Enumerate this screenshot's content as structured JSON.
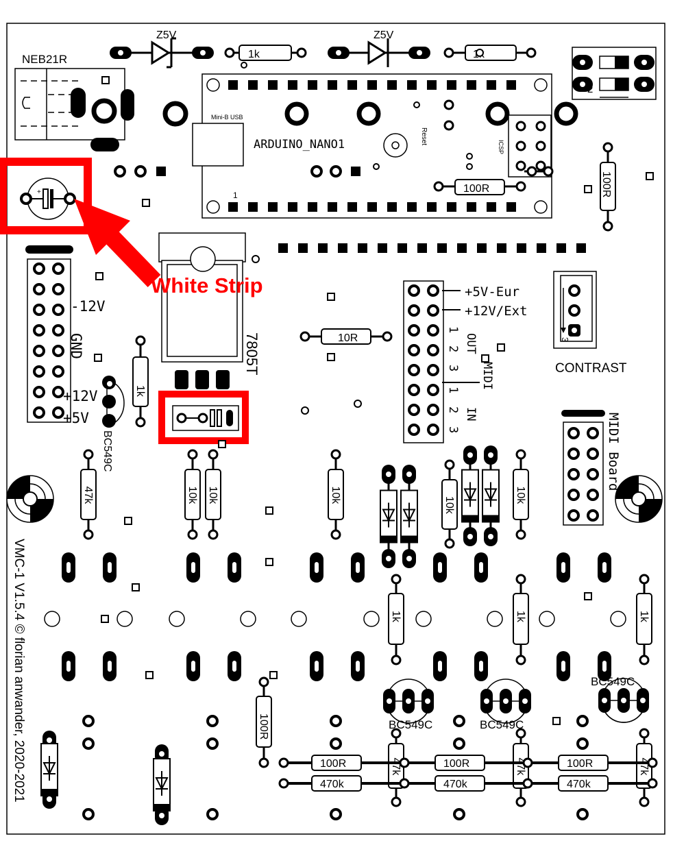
{
  "board": {
    "credit": "VMC-1 V1.5.4 © florian anwander, 2020-2021",
    "dc_jack": "NEB21R",
    "arduino": "ARDUINO_NANO1",
    "usb": "Mini-B USB",
    "reset": "Reset",
    "icsp": "ICSP",
    "pin1": "1",
    "regulator": "7805T",
    "contrast": "CONTRAST",
    "contrast_pin": "3",
    "midi_board": "MIDI Board"
  },
  "zeners": [
    "Z5V",
    "Z5V"
  ],
  "power_labels": {
    "minus12": "-12V",
    "gnd": "GND",
    "plus12": "+12V",
    "plus5": "+5V",
    "eur": "+5V-Eur",
    "ext": "+12V/Ext"
  },
  "midi": {
    "title": "MIDI",
    "out": "OUT",
    "in": "IN",
    "numbers": [
      "1",
      "2",
      "3",
      "1",
      "2",
      "3"
    ]
  },
  "resistors": {
    "top_1k": "1k",
    "top_1k_b": "1k",
    "r100_nano": "100R",
    "r100_right": "100R",
    "r10": "10R",
    "r1k_small": "1k",
    "r47k_left": "47k",
    "r10k_a": "10k",
    "r10k_b": "10k",
    "r10k_c": "10k",
    "r10k_d": "10k",
    "r10k_e": "10k",
    "r1k_a": "1k",
    "r1k_b": "1k",
    "r1k_c": "1k",
    "r100_mid": "100R",
    "row_100": [
      "100R",
      "100R",
      "100R"
    ],
    "row_470": [
      "470k",
      "470k",
      "470k"
    ],
    "row_47k": [
      "47k",
      "47k",
      "47k"
    ]
  },
  "transistors": [
    "BC549C",
    "BC549C",
    "BC549C",
    "BC549C"
  ],
  "annotation": {
    "text": "White Strip",
    "color": "#ff0000"
  },
  "dip_switch_label": "2"
}
